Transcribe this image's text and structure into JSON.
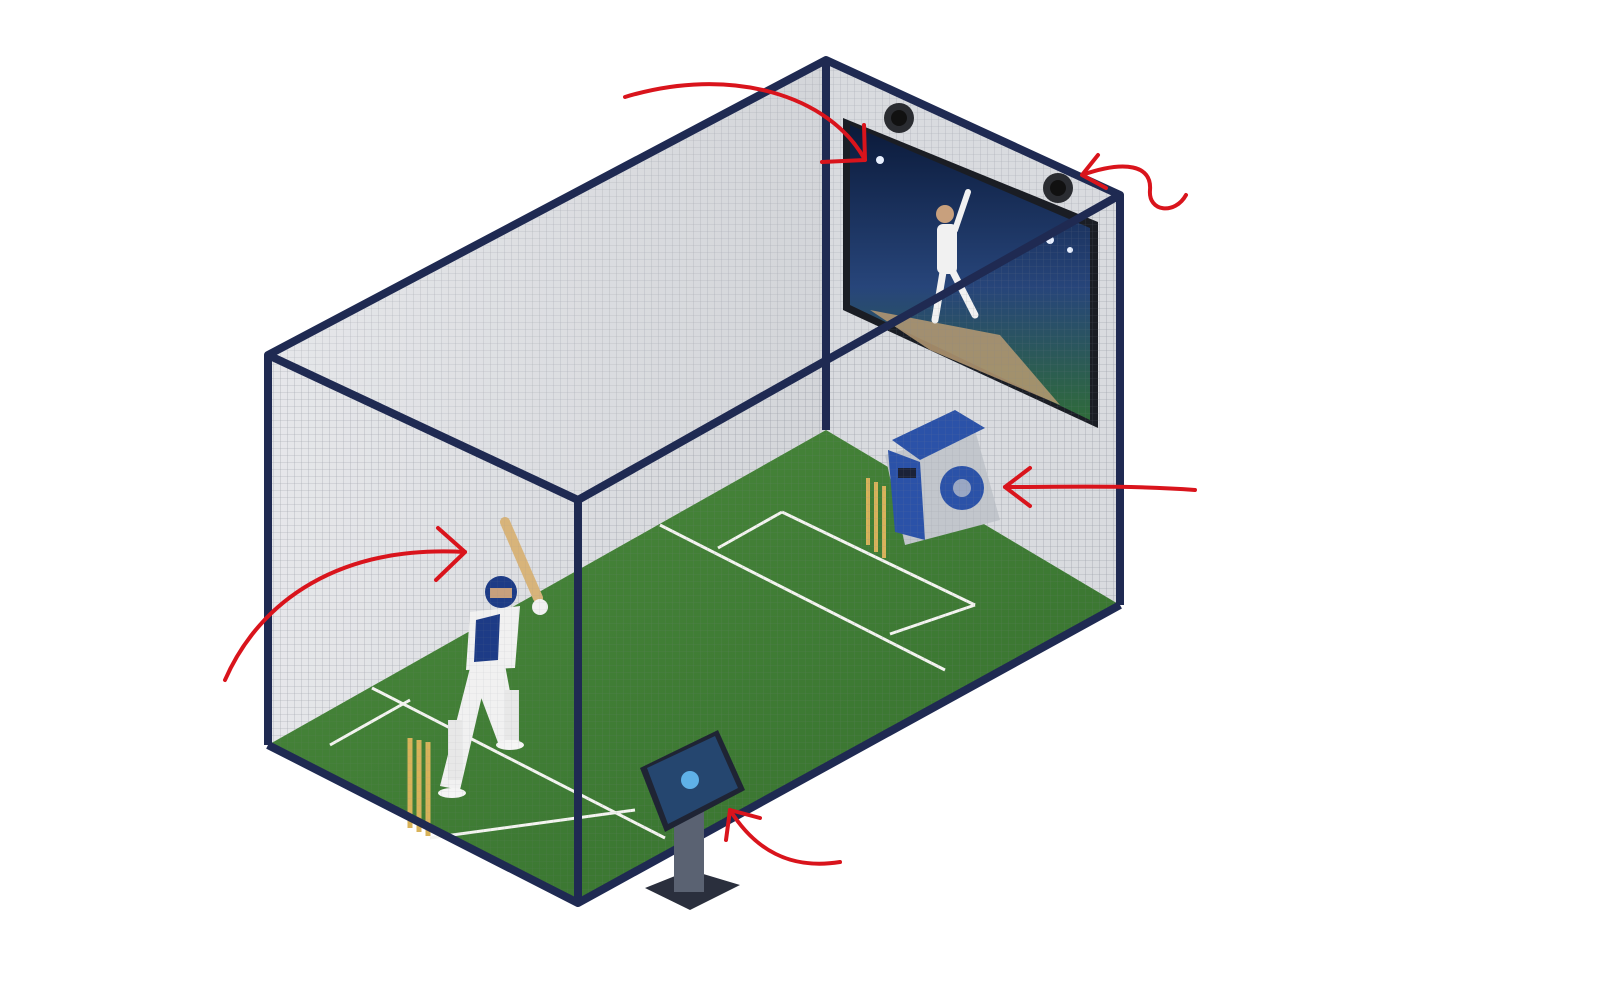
{
  "diagram": {
    "components": [
      {
        "name": "projection-screen"
      },
      {
        "name": "overhead-speaker"
      },
      {
        "name": "bowling-machine"
      },
      {
        "name": "batsman"
      },
      {
        "name": "control-kiosk"
      }
    ],
    "annotation_color": "#d9141c",
    "frame_color": "#1f2a52",
    "turf_color": "#3f7d35",
    "machine_color": "#2b52a8"
  }
}
